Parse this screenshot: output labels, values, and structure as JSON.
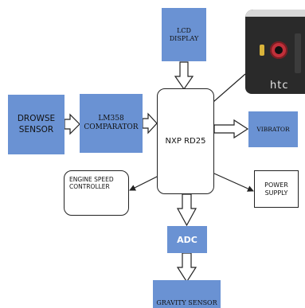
{
  "blocks": {
    "lcd": "LCD\nDISPLAY",
    "drowse": "DROWSE\nSENSOR",
    "comparator": "LM358\nCOMPARATOR",
    "mcu": "NXP RD25",
    "vibrator": "VIBRATOR",
    "engine": "ENGINE SPEED\nCONTROLLER",
    "power": "POWER\nSUPPLY",
    "adc": "ADC",
    "gravity": "GRAVITY SENSOR"
  },
  "phone": {
    "brand_text": "htc"
  },
  "colors": {
    "block_fill": "#6a92d3",
    "outline": "#222222",
    "phone_body": "#2a2a2a",
    "camera_ring": "#c0303a"
  }
}
